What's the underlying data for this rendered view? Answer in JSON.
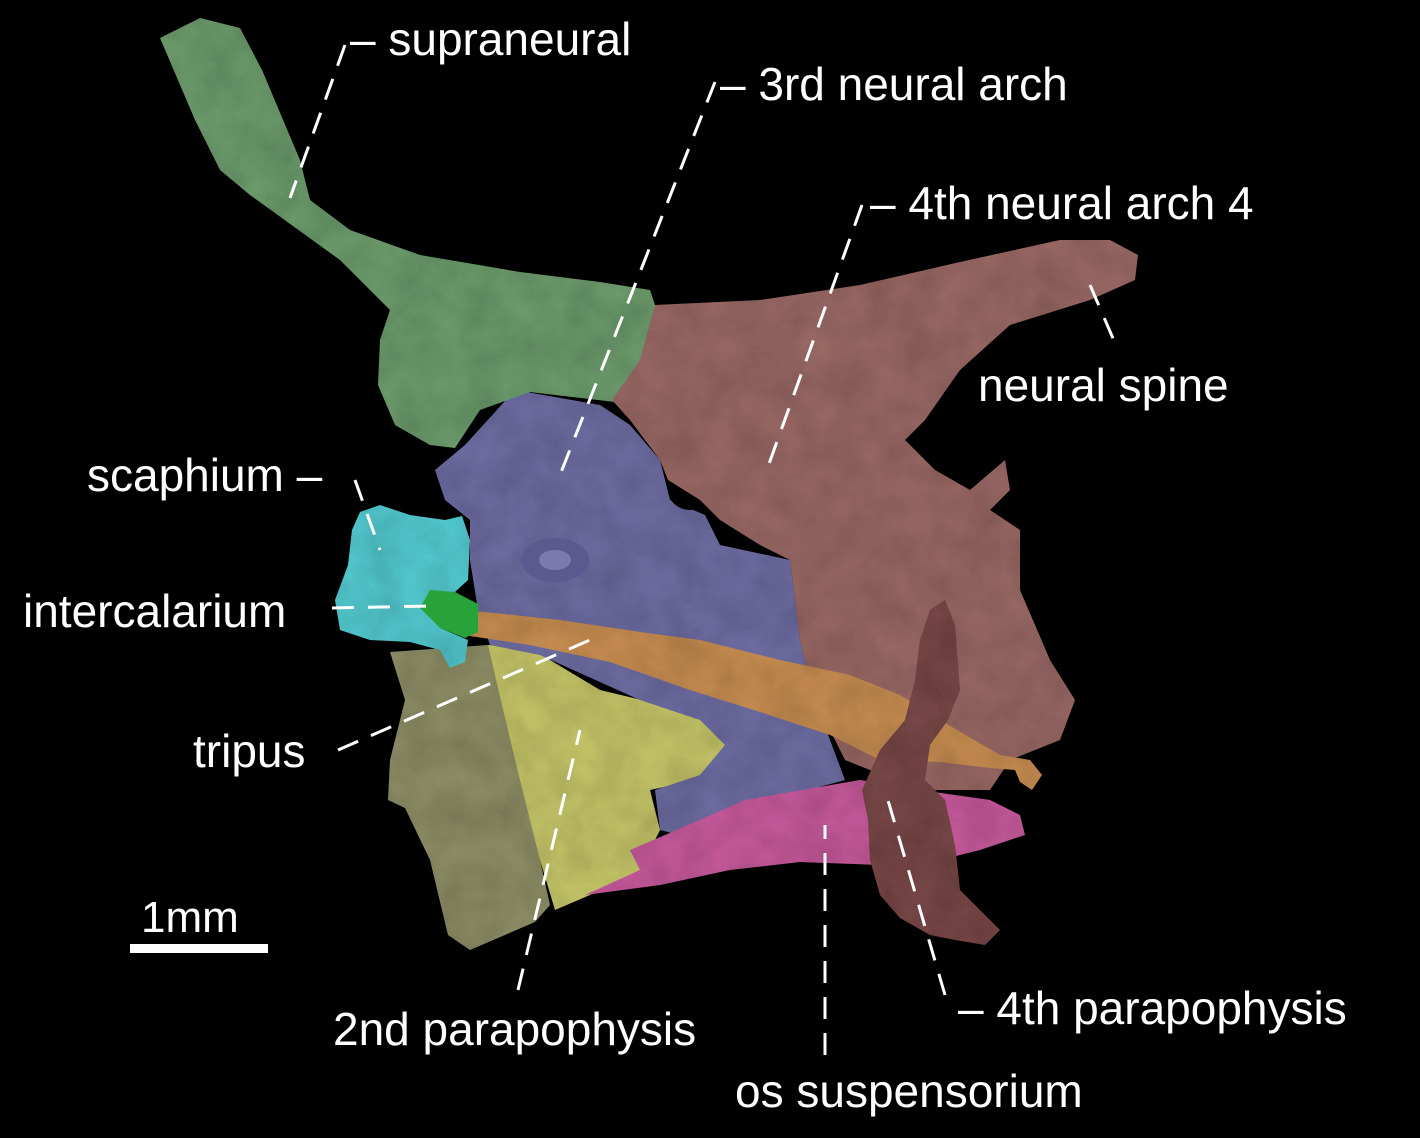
{
  "colors": {
    "background": "#000000",
    "label_text": "#ffffff",
    "leader_line": "#ffffff",
    "supraneural": "#6e9e6e",
    "third_neural_arch": "#6f6ea4",
    "fourth_neural_arch": "#9b6b66",
    "scaphium": "#55cdd3",
    "intercalarium": "#27a33a",
    "tripus": "#c98f52",
    "second_parapophysis": "#c7c76a",
    "os_suspensorium": "#c95b9e",
    "fourth_parapophysis": "#7a4a48",
    "centrum": "#8f8f68"
  },
  "labels": {
    "supraneural": "–  supraneural",
    "third_neural_arch": "– 3rd neural arch",
    "fourth_neural_arch": "– 4th neural arch 4",
    "neural_spine": "neural spine",
    "scaphium": "scaphium –",
    "intercalarium": "intercalarium",
    "tripus": "tripus",
    "second_parapophysis": "2nd parapophysis",
    "os_suspensorium": "os suspensorium",
    "fourth_parapophysis": "– 4th parapophysis",
    "scale_bar": "1mm"
  }
}
